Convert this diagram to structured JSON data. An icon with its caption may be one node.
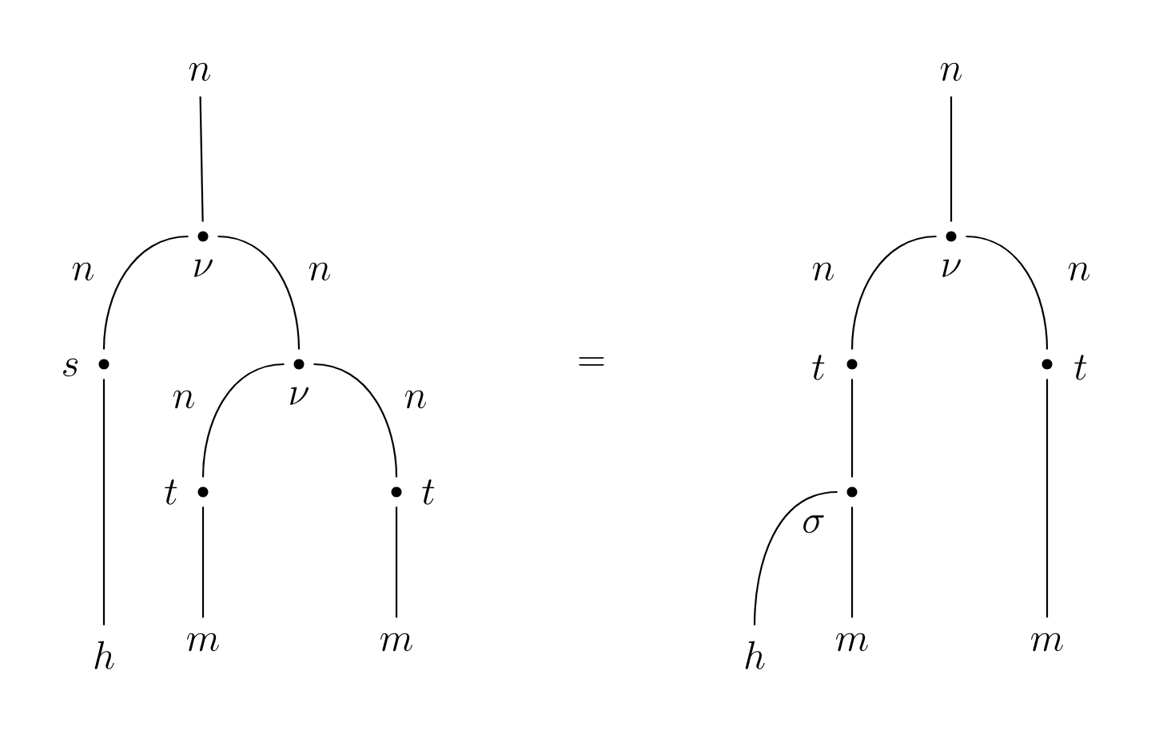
{
  "diagram": {
    "nodes": [
      {
        "text": [
          "n"
        ]
      },
      {
        "text": [],
        "shape": "circle",
        "beside": [
          "\\nu"
        ]
      },
      {
        "text": [],
        "shape": "circle",
        "beside": [
          "s"
        ]
      },
      {
        "text": [],
        "shape": "circle",
        "beside": [
          "\\nu"
        ]
      },
      {
        "text": [],
        "shape": "circle",
        "beside": [
          "t"
        ]
      },
      {
        "text": [],
        "shape": "circle",
        "beside": [
          "t"
        ]
      },
      {
        "text": [
          "h"
        ]
      },
      {
        "text": [
          "m"
        ]
      },
      {
        "text": [
          "m"
        ]
      },
      {
        "text": [
          "n"
        ]
      },
      {
        "text": [],
        "shape": "circle",
        "beside": [
          "\\nu"
        ]
      },
      {
        "text": [],
        "shape": "circle",
        "beside": [
          "t"
        ]
      },
      {
        "text": [],
        "shape": "circle",
        "beside": [
          "t"
        ]
      },
      {
        "text": [],
        "shape": "circle",
        "beside": [
          "\\sigma"
        ]
      },
      {
        "text": [
          "h"
        ]
      },
      {
        "text": [
          "m"
        ]
      },
      {
        "text": [
          "m"
        ]
      }
    ],
    "edges": [
      {
        "from": 1,
        "to": 0,
        "arrow": "none"
      },
      {
        "from": 1,
        "to": 2,
        "arrow": "none",
        "label": "n"
      },
      {
        "from": 1,
        "to": 3,
        "arrow": "none",
        "label": "n"
      },
      {
        "from": 2,
        "to": 6,
        "arrow": "none"
      },
      {
        "from": 3,
        "to": 4,
        "arrow": "none",
        "label": "n"
      },
      {
        "from": 3,
        "to": 5,
        "arrow": "none",
        "label": "n"
      },
      {
        "from": 4,
        "to": 7,
        "arrow": "none"
      },
      {
        "from": 5,
        "to": 8,
        "arrow": "none"
      },
      {
        "from": 10,
        "to": 9,
        "arrow": "none"
      },
      {
        "from": 10,
        "to": 11,
        "arrow": "none",
        "label": "n"
      },
      {
        "from": 10,
        "to": 12,
        "arrow": "none",
        "label": "n"
      },
      {
        "from": 11,
        "to": 13,
        "arrow": "none"
      },
      {
        "from": 14,
        "to": 13,
        "arrow": "none"
      },
      {
        "from": 13,
        "to": 15,
        "arrow": "none"
      },
      {
        "from": 12,
        "to": 16,
        "arrow": "none"
      }
    ],
    "labels": [
      "="
    ]
  }
}
